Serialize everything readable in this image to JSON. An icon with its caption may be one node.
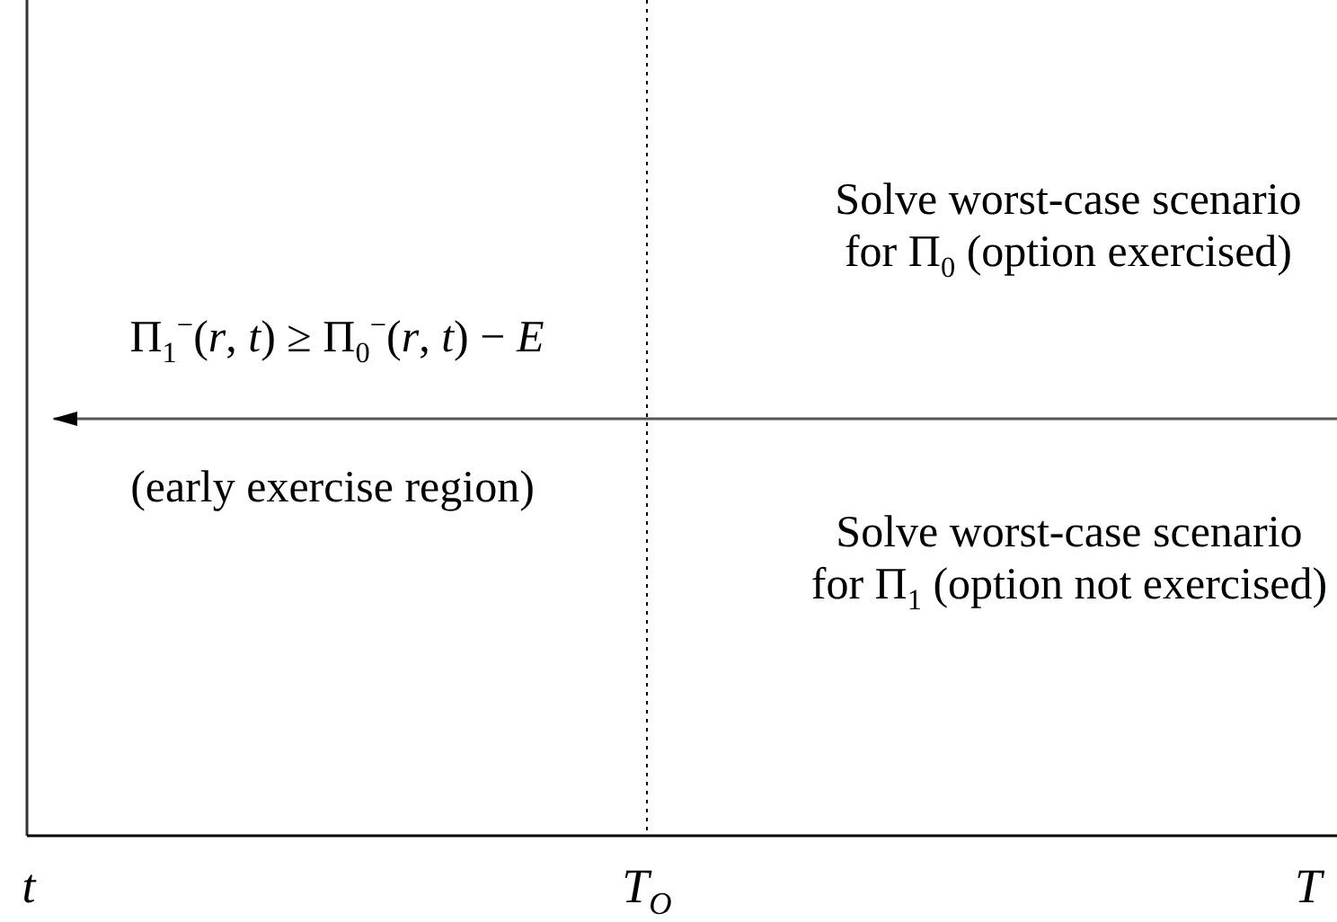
{
  "diagram": {
    "labels": [
      "Solve worst-case scenario for Π$_{0}$ (option exercised)",
      "Π$_{1}$$^{−}$(*r*, *t*) ≥ Π$_{0}$$^{−}$(*r*, *t*) − *E*",
      "(early exercise region)",
      "Solve worst-case scenario for Π$_{1}$ (option not exercised)",
      "t",
      "T$_{O}$",
      "T"
    ]
  }
}
